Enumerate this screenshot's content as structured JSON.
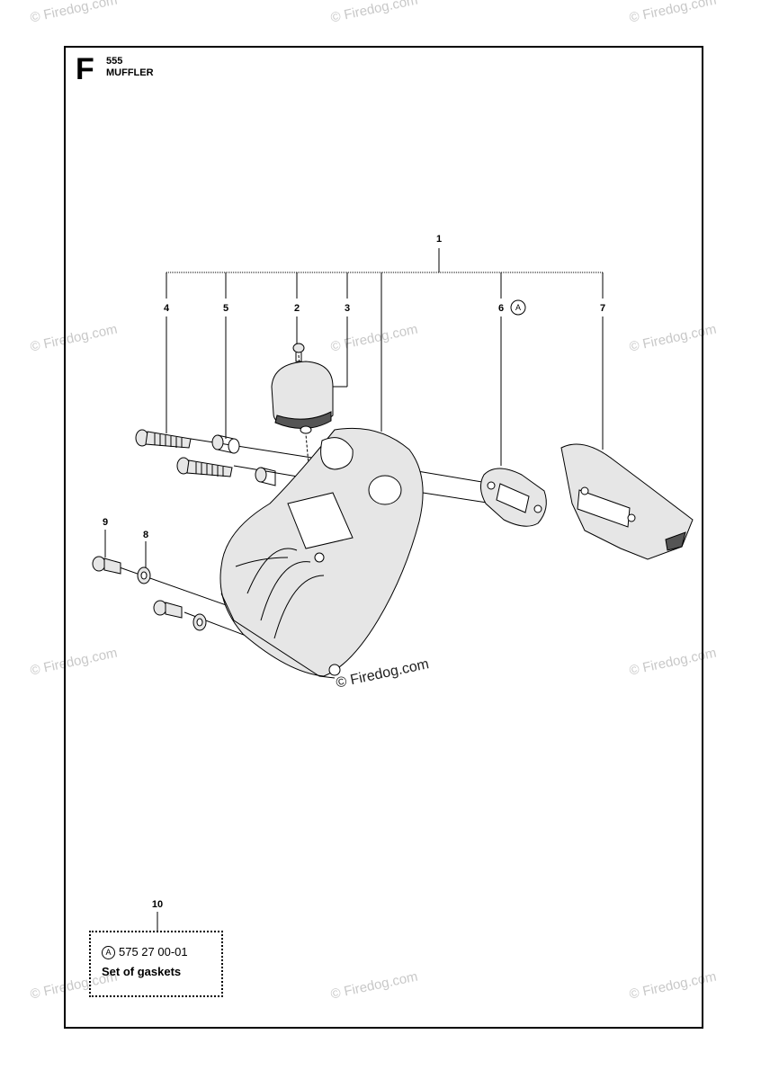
{
  "header": {
    "section_letter": "F",
    "model": "555",
    "title": "MUFFLER"
  },
  "callouts": {
    "c1": "1",
    "c2": "2",
    "c3": "3",
    "c4": "4",
    "c5": "5",
    "c6": "6",
    "c6_marker": "A",
    "c7": "7",
    "c8": "8",
    "c9": "9",
    "c10": "10"
  },
  "kit": {
    "marker": "A",
    "part_number": "575 27 00-01",
    "name": "Set of gaskets"
  },
  "watermark": {
    "text": "© Firedog.com",
    "center_text": "© Firedog.com"
  },
  "colors": {
    "line": "#000000",
    "watermark": "#c8c8c8",
    "part_fill": "#e6e6e6"
  }
}
